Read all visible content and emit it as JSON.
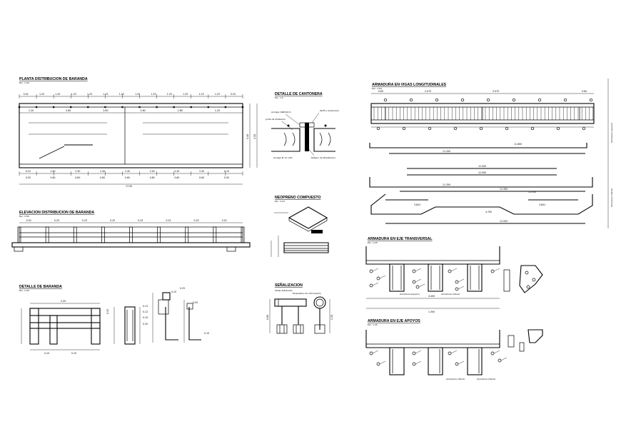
{
  "titles": {
    "planta": "PLANTA DISTRIBUCION DE BARANDA",
    "elevacion": "ELEVACION DISTRIBUCION DE BARANDA",
    "det_baranda": "DETALLE DE BARANDA",
    "det_cantonera": "DETALLE DE CANTONERA",
    "neopreno": "NEOPRENO COMPUESTO",
    "senal": "SEÑALIZACION",
    "long": "ARMADURA EN VIGAS LONGITUDINALES",
    "trans": "ARMADURA EN EJE TRANSVERSAL",
    "apoyos": "ARMADURA EN EJE APOYOS"
  },
  "scales": {
    "planta": "Esc. 1:50",
    "elevacion": "Esc. 1:50",
    "det_baranda": "Esc. 1:20",
    "det_cantonera": "Esc. 1:5",
    "neopreno": "Esc. 1:10",
    "long": "Esc. 1:50",
    "trans": "Esc. 1:25",
    "apoyos": "Esc. 1:25"
  },
  "planta": {
    "top_dims": [
      "0.52",
      "1.25",
      "1.25",
      "1.25",
      "1.25",
      "1.25",
      "1.25",
      "1.25",
      "1.25",
      "1.25",
      "1.25",
      "1.25",
      "1.25",
      "0.52"
    ],
    "second_dims": [
      "1.20",
      "2.60",
      "2.60",
      "2.60",
      "2.60",
      "1.20"
    ],
    "bottom_dims": [
      "0.10",
      "2.40",
      "2.40",
      "2.40",
      "2.40",
      "2.40",
      "2.40",
      "2.40",
      "0.10"
    ],
    "bottom_sub": [
      "0.50",
      "0.60",
      "0.60",
      "0.60",
      "0.60",
      "0.60",
      "0.60",
      "0.60",
      "0.50"
    ],
    "total": "17.00",
    "side_dims": [
      "0.20",
      "5.40",
      "4.50",
      "0.20"
    ]
  },
  "elevacion": {
    "dims": [
      "0.52",
      "0.25",
      "0.25",
      "0.25",
      "0.25",
      "0.25",
      "0.25",
      "0.52"
    ]
  },
  "det_baranda": {
    "width": "2.45",
    "dims": [
      "0.15",
      "0.15",
      "0.35",
      "0.10",
      "0.10"
    ],
    "side_dims": [
      "0.13",
      "0.12",
      "0.15",
      "0.20",
      "0.10",
      "0.25",
      "0.05",
      "0.10"
    ]
  },
  "cantonera": {
    "labels": [
      "Anclaje 16Ø/30cm",
      "Perfil L Cantonera",
      "Junta de dilatación",
      "Anclaje Ø 12 c/20",
      "Relleno de Poliestireno"
    ]
  },
  "senal": {
    "labels": [
      "Señal de",
      "tránsito",
      "Dispositivo de información"
    ],
    "dims": [
      "0.60",
      "1.20",
      "0.45",
      "0.30"
    ]
  },
  "long": {
    "top_dims": [
      "0.60",
      "2.075",
      "3.975",
      "0.60"
    ],
    "bar_labels": [
      "11.800",
      "11.200",
      "12.000",
      "12.000",
      "11.350",
      "11.350",
      "11.350",
      "3.841",
      "4.700",
      "3.841",
      "12.000"
    ],
    "side_labels": [
      "Armadura superior",
      "Armadura inferior"
    ]
  },
  "trans": {
    "dims": [
      "4.400",
      "1.300"
    ],
    "labels": [
      "Ø 12",
      "Ø 10",
      "Ø 16",
      "Armadura superior",
      "Armadura inferior"
    ]
  },
  "apoyos": {
    "labels": [
      "Ø 12",
      "Ø 10",
      "Ø 16",
      "Armadura inferior",
      "Armadura inferior"
    ]
  }
}
